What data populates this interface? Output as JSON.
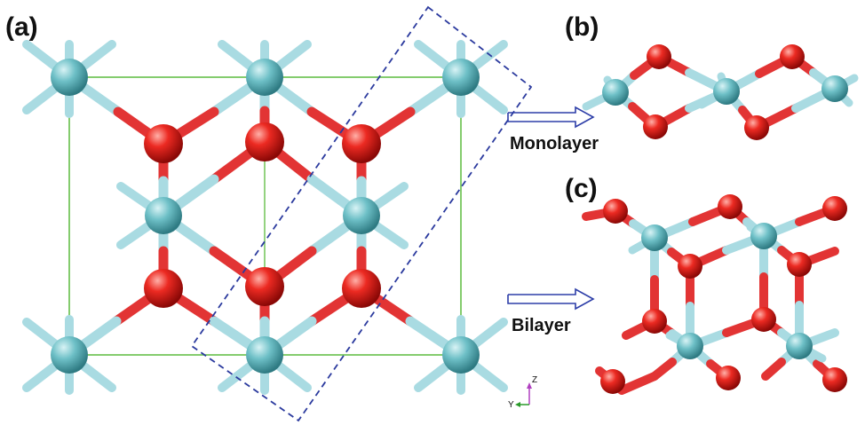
{
  "labels": {
    "panel_a": "(a)",
    "panel_b": "(b)",
    "panel_c": "(c)",
    "monolayer": "Monolayer",
    "bilayer": "Bilayer"
  },
  "axes": {
    "z": "Z",
    "y": "Y"
  },
  "colors": {
    "metal_atom": "#5fb3bb",
    "oxygen_atom": "#e02020",
    "bond_light": "#a9dbe2",
    "bond_red": "#e23434",
    "unit_cell": "#66c04a",
    "selection_box": "#2b3a9e",
    "arrow": "#2d3ea8",
    "axis_z": "#b040c0",
    "axis_y": "#2a9a2a"
  }
}
